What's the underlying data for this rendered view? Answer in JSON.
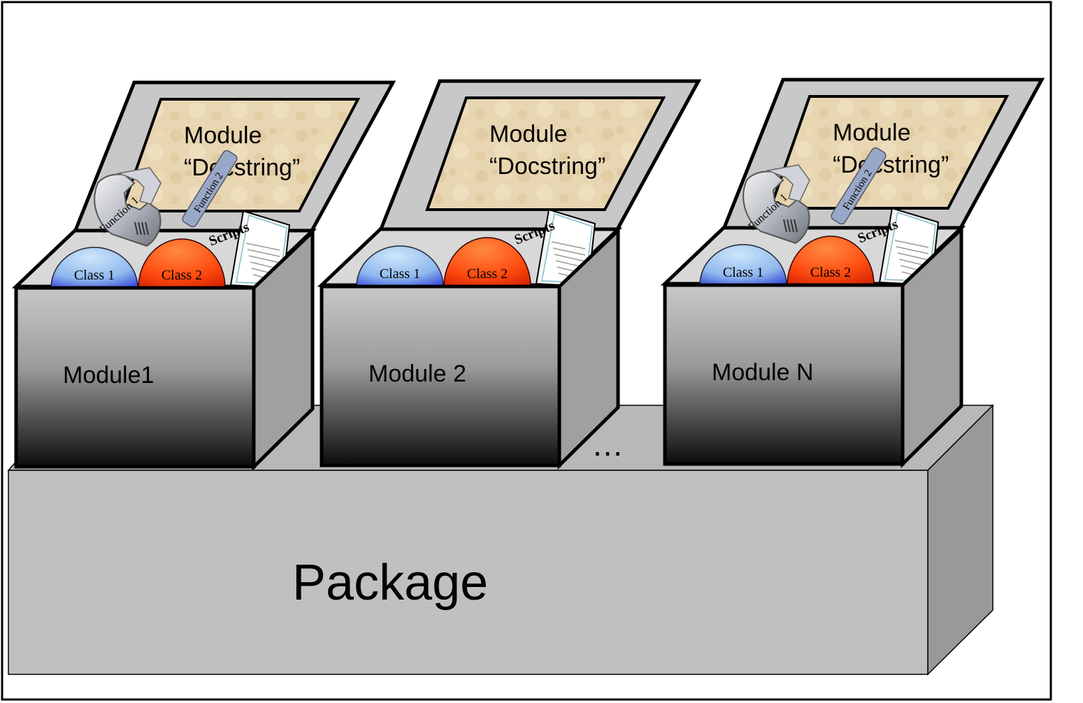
{
  "package": {
    "label": "Package"
  },
  "ellipsis": "…",
  "modules": [
    {
      "name": "Module1",
      "docstring": [
        "Module",
        "“Docstring”"
      ],
      "classes": [
        "Class 1",
        "Class 2"
      ],
      "scripts": "Scripts",
      "functions": [
        "Function 1",
        "Function 2"
      ]
    },
    {
      "name": "Module 2",
      "docstring": [
        "Module",
        "“Docstring”"
      ],
      "classes": [
        "Class 1",
        "Class 2"
      ],
      "scripts": "Scripts",
      "functions": []
    },
    {
      "name": "Module N",
      "docstring": [
        "Module",
        "“Docstring”"
      ],
      "classes": [
        "Class 1",
        "Class 2"
      ],
      "scripts": "Scripts",
      "functions": [
        "Function 1",
        "Function 2"
      ]
    }
  ],
  "colors": {
    "box_front_top": "#c8c8c8",
    "box_front_bottom": "#101010",
    "box_side": "#a0a0a0",
    "package_face": "#c0c0c0",
    "package_side": "#9a9a9a",
    "lid_frame": "#c8c8c8",
    "docstring_paper": "#e6d3ad",
    "class1": "#9ec8f0",
    "class2": "#ff5a10",
    "outline": "#000000"
  }
}
